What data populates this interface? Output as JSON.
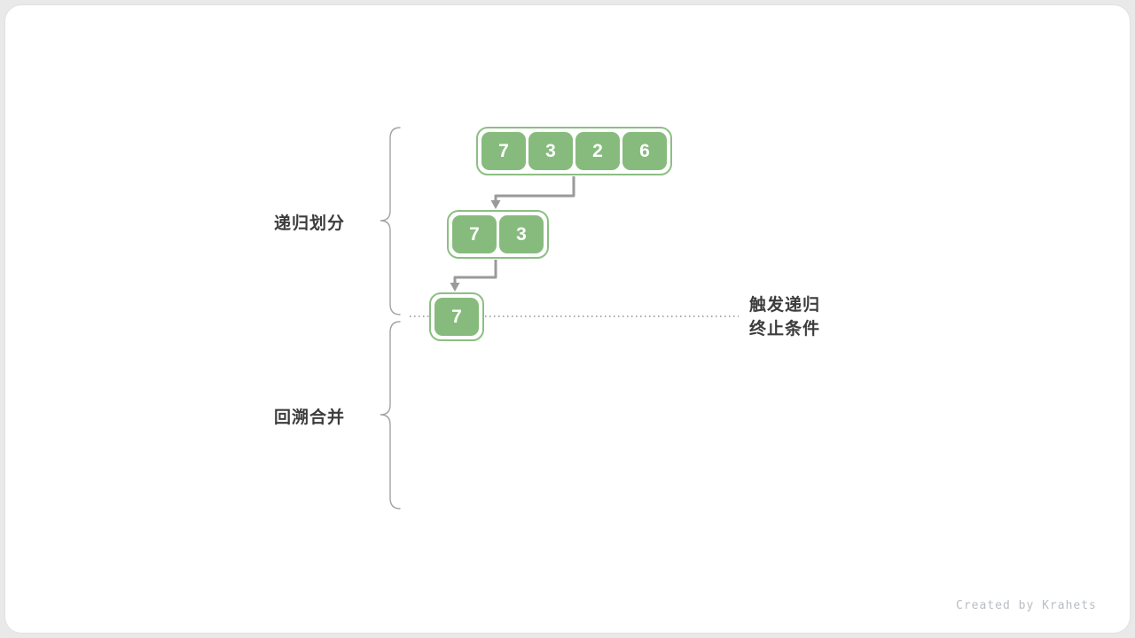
{
  "colors": {
    "page_bg": "#E9E9E9",
    "card_white": "#FFFFFF",
    "cell_green": "#87BB7D",
    "group_border": "#8CBF83",
    "number_white": "#FFFFFF",
    "label_dark": "#3C3C3C",
    "arrow_gray": "#9A9A9A",
    "brace_gray": "#A2A2A2",
    "dotted_gray": "#8F8F8F",
    "watermark_gray": "#B8BDC2"
  },
  "labels": {
    "recursive_divide": "递归划分",
    "backtrack_merge": "回溯合并",
    "termination_line1": "触发递归",
    "termination_line2": "终止条件"
  },
  "arrays": {
    "level1": [
      "7",
      "3",
      "2",
      "6"
    ],
    "level2": [
      "7",
      "3"
    ],
    "level3": [
      "7"
    ]
  },
  "watermark": "Created by Krahets"
}
